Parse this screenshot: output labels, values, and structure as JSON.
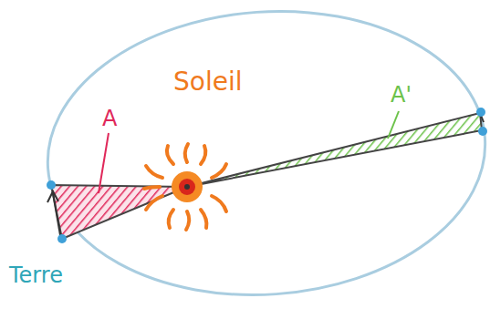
{
  "diagram": {
    "labels": [
      "A",
      "Soleil",
      "A'",
      "Terre"
    ]
  }
}
